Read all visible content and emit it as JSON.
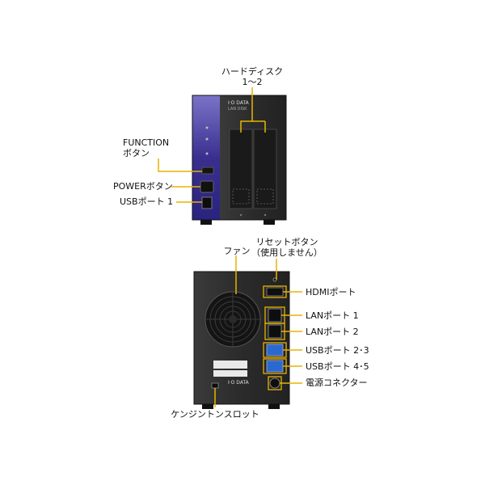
{
  "front": {
    "labels": {
      "hdd_line1": "ハードディスク",
      "hdd_line2": "1〜2",
      "function_line1": "FUNCTION",
      "function_line2": "ボタン",
      "power": "POWERボタン",
      "usb1": "USBポート 1"
    },
    "device_text": {
      "brand": "I·O DATA",
      "model": "LAN DISK"
    }
  },
  "back": {
    "labels": {
      "fan": "ファン",
      "reset_line1": "リセットボタン",
      "reset_line2": "（使用しません）",
      "hdmi": "HDMIポート",
      "lan1": "LANポート 1",
      "lan2": "LANポート 2",
      "usb23": "USBポート 2･3",
      "usb45": "USBポート 4･5",
      "power_connector": "電源コネクター",
      "kensington": "ケンジントンスロット"
    },
    "device_text": {
      "brand": "I·O DATA"
    }
  },
  "colors": {
    "callout": "#e8b400",
    "front_panel_purple": "#3a2f8f",
    "body_dark": "#2a2a2a",
    "usb_blue": "#2a6ad0"
  }
}
